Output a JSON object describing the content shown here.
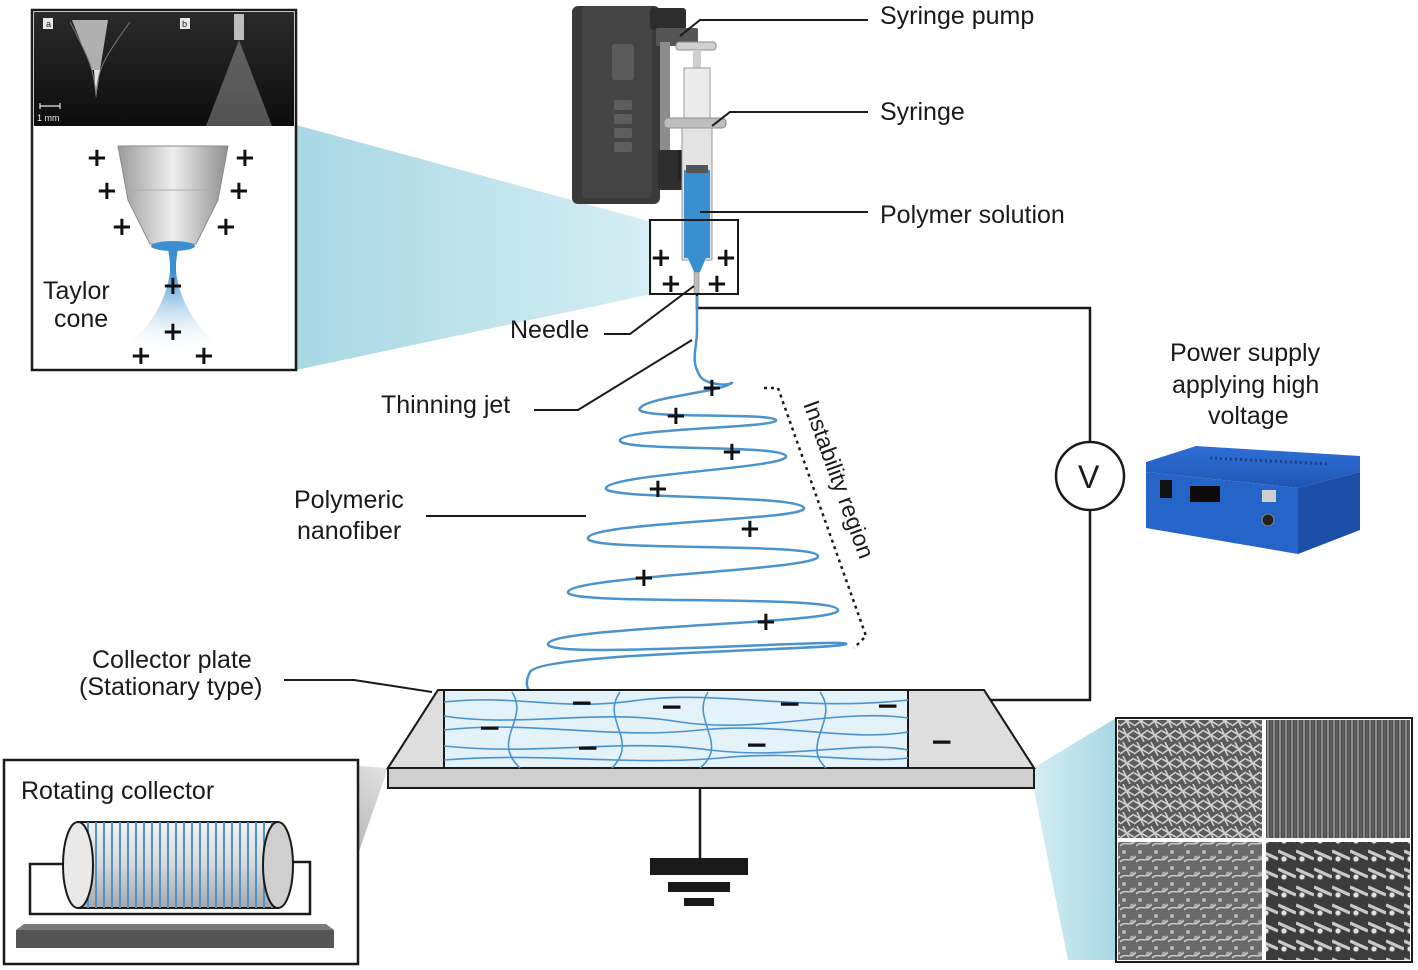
{
  "labels": {
    "syringe_pump": "Syringe pump",
    "syringe": "Syringe",
    "polymer_solution": "Polymer solution",
    "needle": "Needle",
    "thinning_jet": "Thinning jet",
    "polymeric_nanofiber_line1": "Polymeric",
    "polymeric_nanofiber_line2": "nanofiber",
    "instability_region": "Instability region",
    "collector_plate_line1": "Collector plate",
    "collector_plate_line2": "(Stationary type)",
    "power_supply_line1": "Power supply",
    "power_supply_line2": "applying high",
    "power_supply_line3": "voltage",
    "voltmeter_symbol": "V",
    "rotating_collector": "Rotating collector",
    "taylor_cone_line1": "Taylor",
    "taylor_cone_line2": "cone"
  },
  "inset_photo": {
    "panel_a": "a",
    "panel_b": "b",
    "scale_bar": "1 mm"
  },
  "charges": {
    "positive": "+",
    "negative": "−"
  },
  "colors": {
    "polymer_blue": "#3a8fd0",
    "fiber_blue": "#4b93cc",
    "pump_body": "#3a3a3a",
    "beam_cyan": "#bfe3ec",
    "collector_gray": "#d9d9d9",
    "line": "#1a1a1a"
  }
}
